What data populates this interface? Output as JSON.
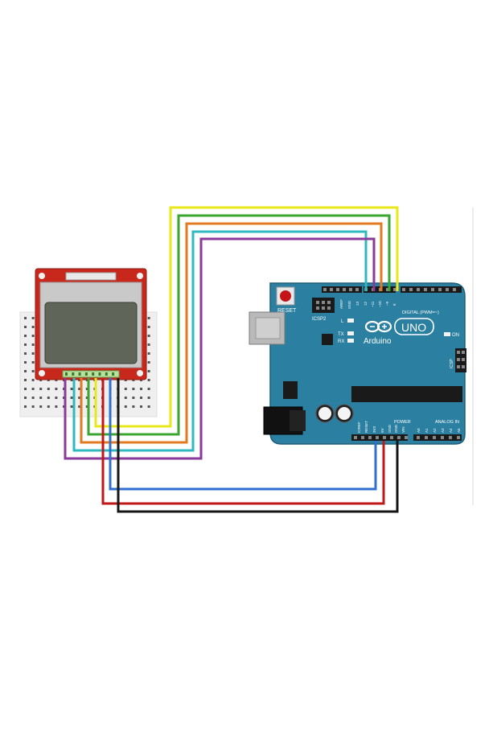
{
  "arduino": {
    "reset_label": "RESET",
    "icsp2_label": "ICSP2",
    "icsp_label": "ICSP",
    "l_label": "L",
    "tx_label": "TX",
    "rx_label": "RX",
    "on_label": "ON",
    "aref_label": "AREF",
    "gnd_label": "GND",
    "digital_label": "DIGITAL (PWM=~)",
    "uno_label": "UNO",
    "brand_label": "Arduino",
    "power_label": "POWER",
    "analog_label": "ANALOG IN",
    "ioref_label": "IOREF",
    "reset_pin_label": "RESET",
    "v33_label": "3V3",
    "v5_label": "5V",
    "gnd1_label": "GND",
    "gnd2_label": "GND",
    "vin_label": "VIN",
    "pin13_label": "13",
    "pin12_label": "12",
    "pin11_label": "~11",
    "pin10_label": "~10",
    "pin9_label": "~9",
    "pin8_label": "8",
    "a0_label": "A0",
    "a1_label": "A1",
    "a2_label": "A2",
    "a3_label": "A3",
    "a4_label": "A4",
    "a5_label": "A5"
  },
  "colors": {
    "board": "#2b7fa0",
    "lcd_pcb": "#c8281c",
    "wire_yellow": "#e8e81a",
    "wire_green": "#3aa630",
    "wire_orange": "#e27a1f",
    "wire_cyan": "#30b8c0",
    "wire_purple": "#8a3a9a",
    "wire_blue": "#2f6fd0",
    "wire_red": "#c01818",
    "wire_black": "#151515"
  }
}
